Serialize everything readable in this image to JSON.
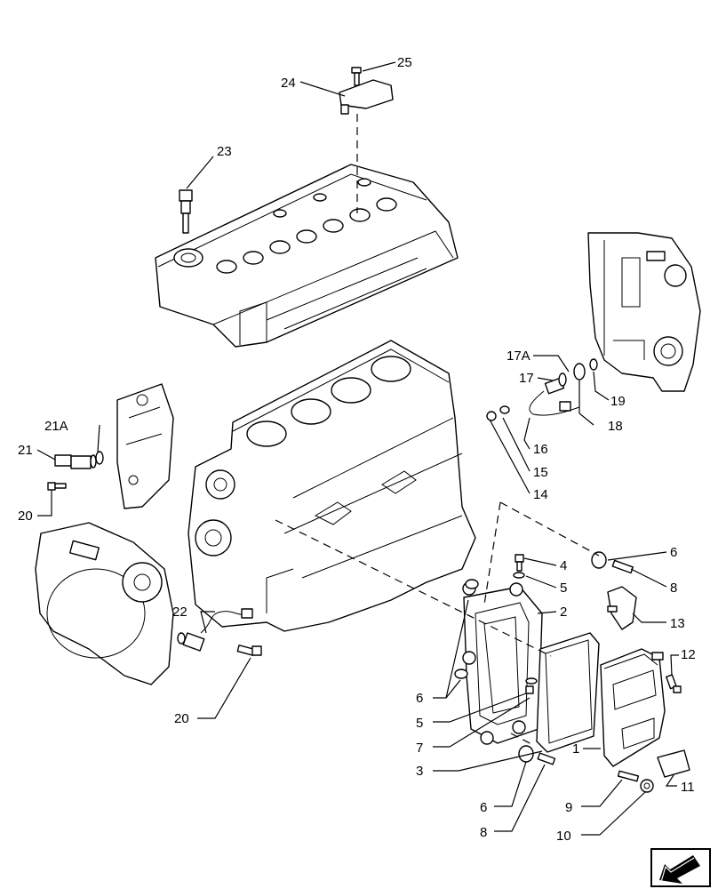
{
  "callouts": [
    {
      "id": "c25",
      "text": "25"
    },
    {
      "id": "c24",
      "text": "24"
    },
    {
      "id": "c23",
      "text": "23"
    },
    {
      "id": "c17a",
      "text": "17A"
    },
    {
      "id": "c17",
      "text": "17"
    },
    {
      "id": "c19",
      "text": "19"
    },
    {
      "id": "c18",
      "text": "18"
    },
    {
      "id": "c16",
      "text": "16"
    },
    {
      "id": "c15",
      "text": "15"
    },
    {
      "id": "c14",
      "text": "14"
    },
    {
      "id": "c21a",
      "text": "21A"
    },
    {
      "id": "c21",
      "text": "21"
    },
    {
      "id": "c20a",
      "text": "20"
    },
    {
      "id": "c6a",
      "text": "6"
    },
    {
      "id": "c4",
      "text": "4"
    },
    {
      "id": "c8a",
      "text": "8"
    },
    {
      "id": "c5a",
      "text": "5"
    },
    {
      "id": "c2",
      "text": "2"
    },
    {
      "id": "c13",
      "text": "13"
    },
    {
      "id": "c22",
      "text": "22"
    },
    {
      "id": "c12",
      "text": "12"
    },
    {
      "id": "c6b",
      "text": "6"
    },
    {
      "id": "c5b",
      "text": "5"
    },
    {
      "id": "c20b",
      "text": "20"
    },
    {
      "id": "c7",
      "text": "7"
    },
    {
      "id": "c1",
      "text": "1"
    },
    {
      "id": "c3",
      "text": "3"
    },
    {
      "id": "c11",
      "text": "11"
    },
    {
      "id": "c6c",
      "text": "6"
    },
    {
      "id": "c9",
      "text": "9"
    },
    {
      "id": "c8b",
      "text": "8"
    },
    {
      "id": "c10",
      "text": "10"
    }
  ],
  "icons": {
    "navigation": "arrow-left-down-icon"
  }
}
